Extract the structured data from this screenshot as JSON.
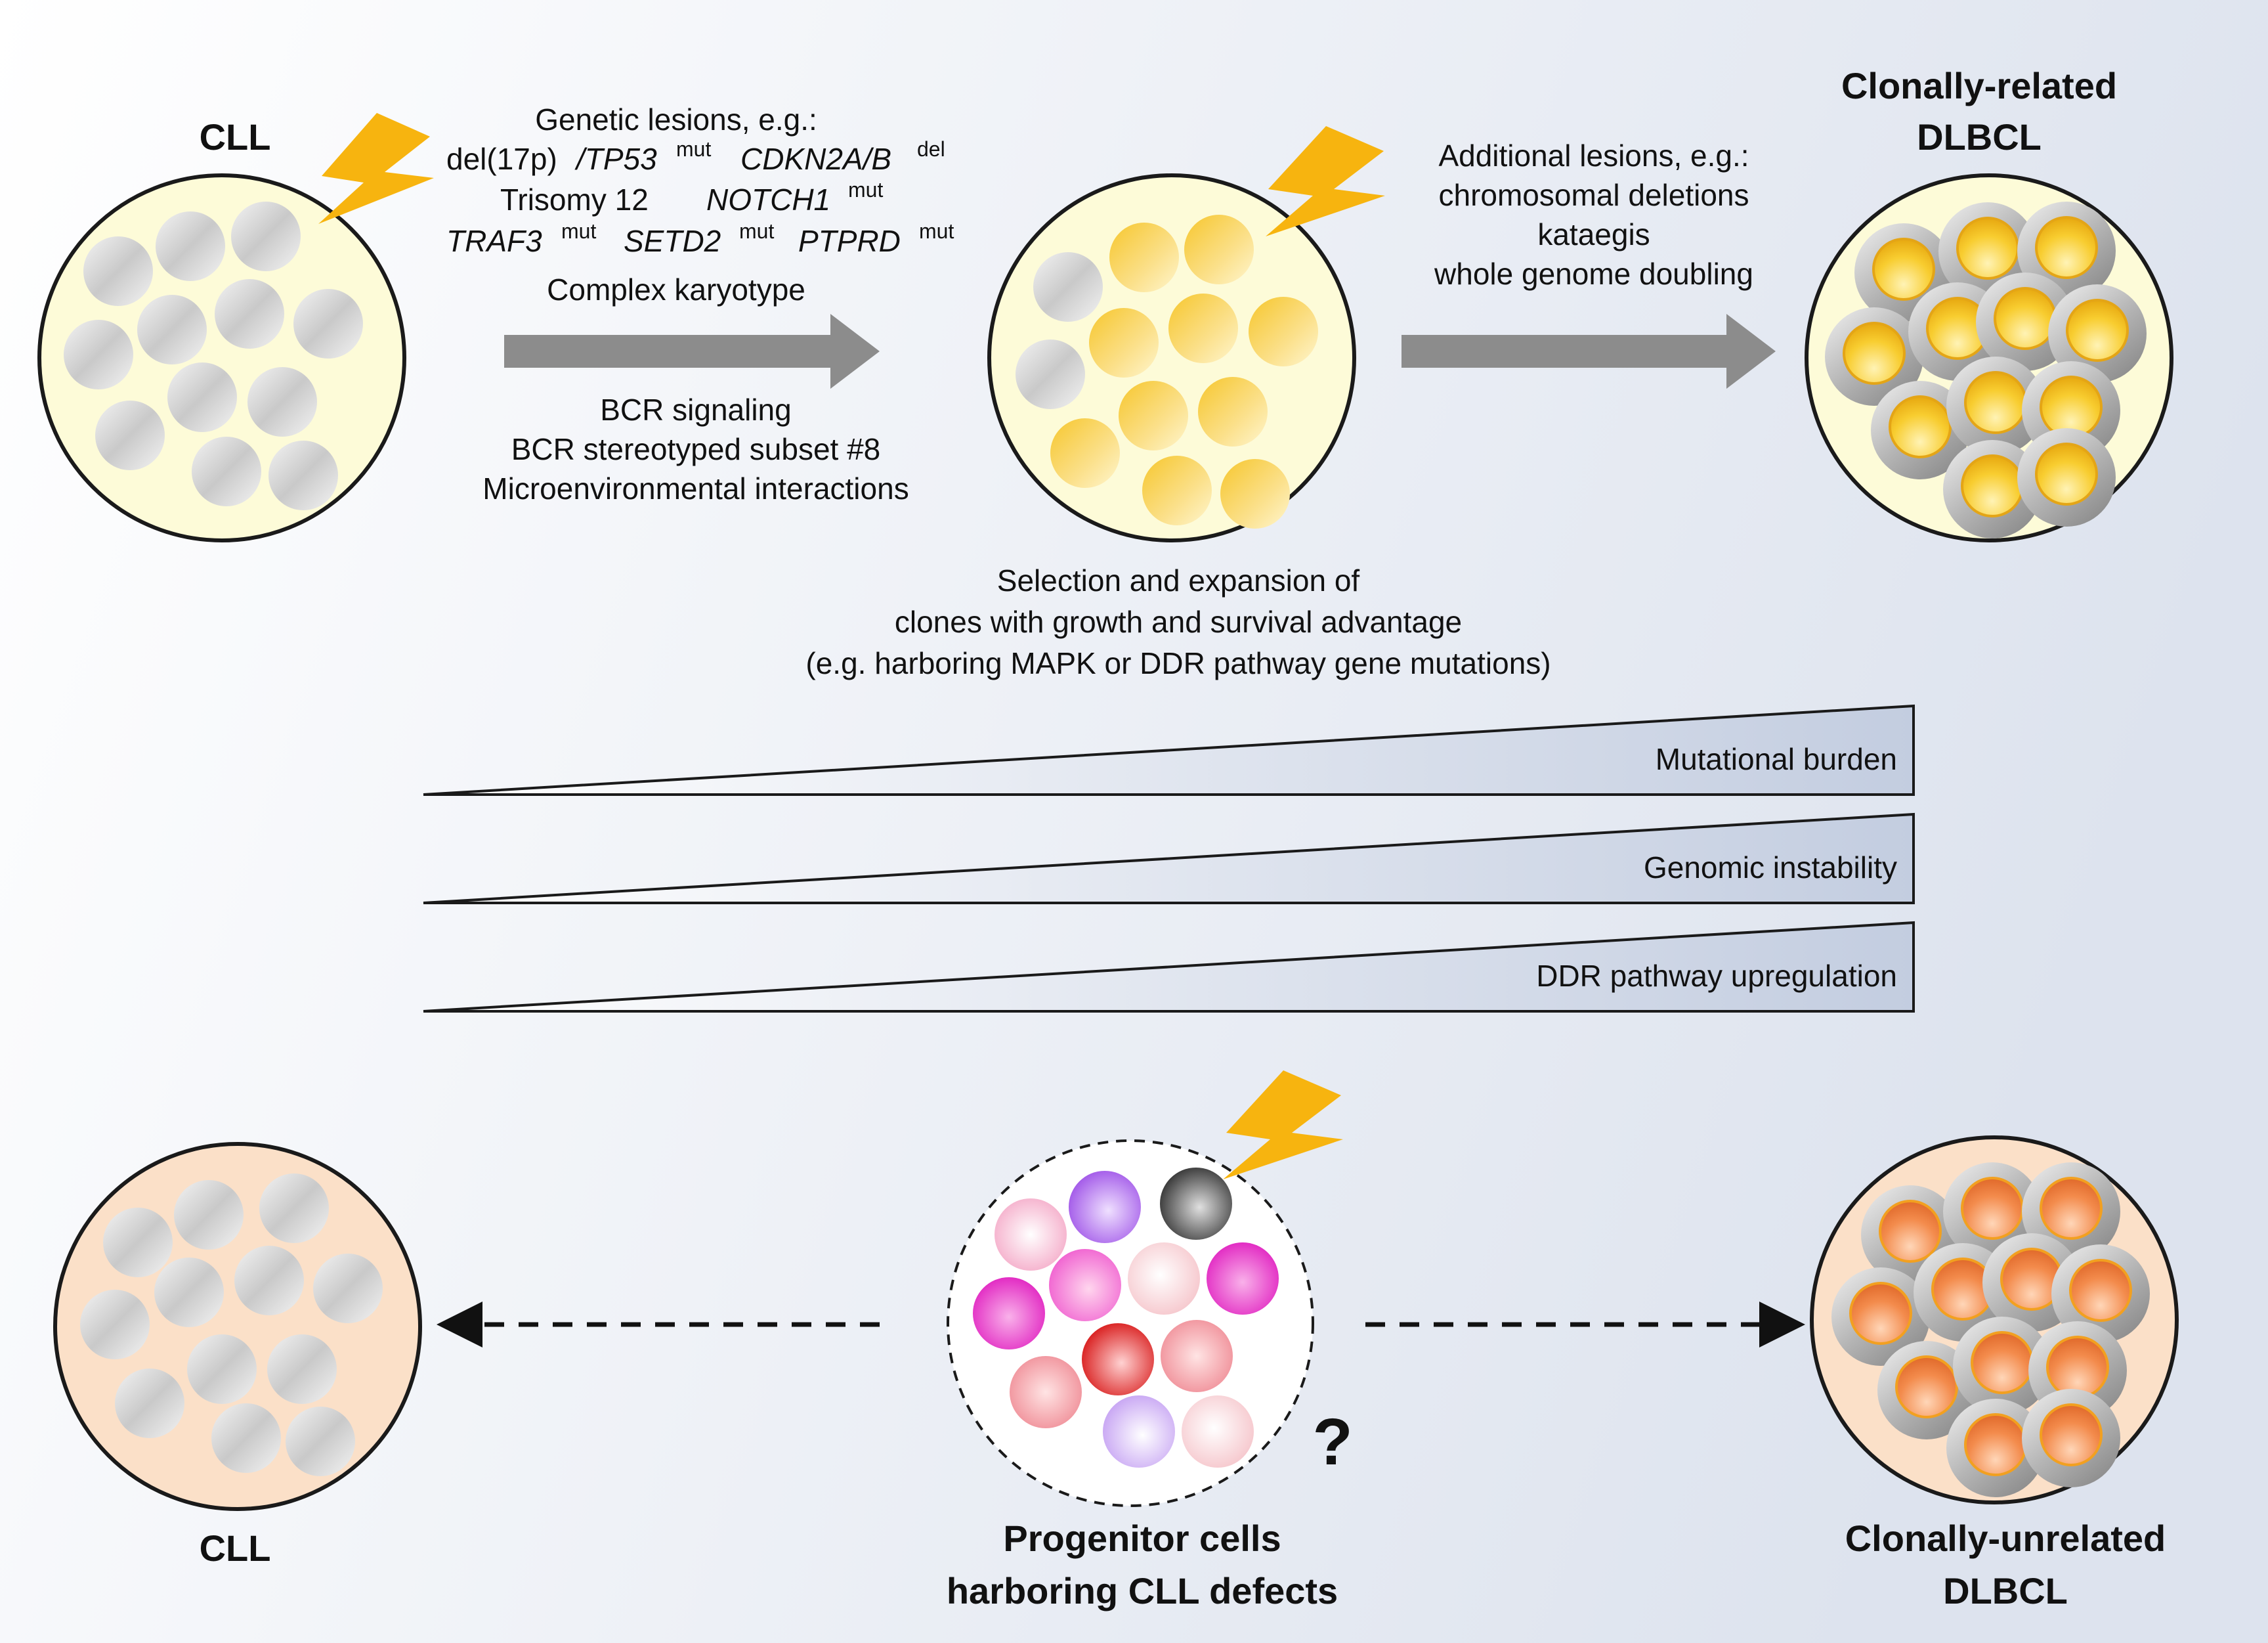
{
  "top": {
    "cll_label": "CLL",
    "genetic": {
      "heading": "Genetic lesions, e.g.:",
      "del17p": "del(17p)",
      "tp53": "/TP53",
      "mut": "mut",
      "cdkn2ab": "CDKN2A/B",
      "del": "del",
      "trisomy": "Trisomy 12",
      "notch1": "NOTCH1",
      "traf3": "TRAF3",
      "setd2": "SETD2",
      "ptprd": "PTPRD",
      "complex": "Complex karyotype"
    },
    "bcr": {
      "line1": "BCR signaling",
      "line2": "BCR stereotyped subset #8",
      "line3": "Microenvironmental interactions"
    },
    "additional": {
      "line1": "Additional lesions, e.g.:",
      "line2": "chromosomal deletions",
      "line3": "kataegis",
      "line4": "whole genome doubling"
    },
    "related": {
      "line1": "Clonally-related",
      "line2": "DLBCL"
    },
    "selection": {
      "line1": "Selection and expansion of",
      "line2": "clones with growth and survival advantage",
      "line3": "(e.g. harboring MAPK or DDR pathway gene mutations)"
    }
  },
  "wedges": [
    {
      "label": "Mutational burden"
    },
    {
      "label": "Genomic instability"
    },
    {
      "label": "DDR pathway upregulation"
    }
  ],
  "bottom": {
    "cll_label": "CLL",
    "progenitor": {
      "line1": "Progenitor cells",
      "line2": "harboring CLL defects"
    },
    "question": "?",
    "unrelated": {
      "line1": "Clonally-unrelated",
      "line2": "DLBCL"
    }
  },
  "colors": {
    "background_left": "#ffffff",
    "background_right": "#dde3ee",
    "yellow_circle": "#fdfbd8",
    "peach_circle": "#fbe0c8",
    "arrow_gray": "#8c8c8c",
    "bolt": "#f7b40f",
    "wedge_blue": "#c3cde0",
    "cell_yellow": "#f7c62a",
    "cell_orange": "#f07d3a"
  },
  "icons": [
    "lightning-bolt-icon"
  ]
}
